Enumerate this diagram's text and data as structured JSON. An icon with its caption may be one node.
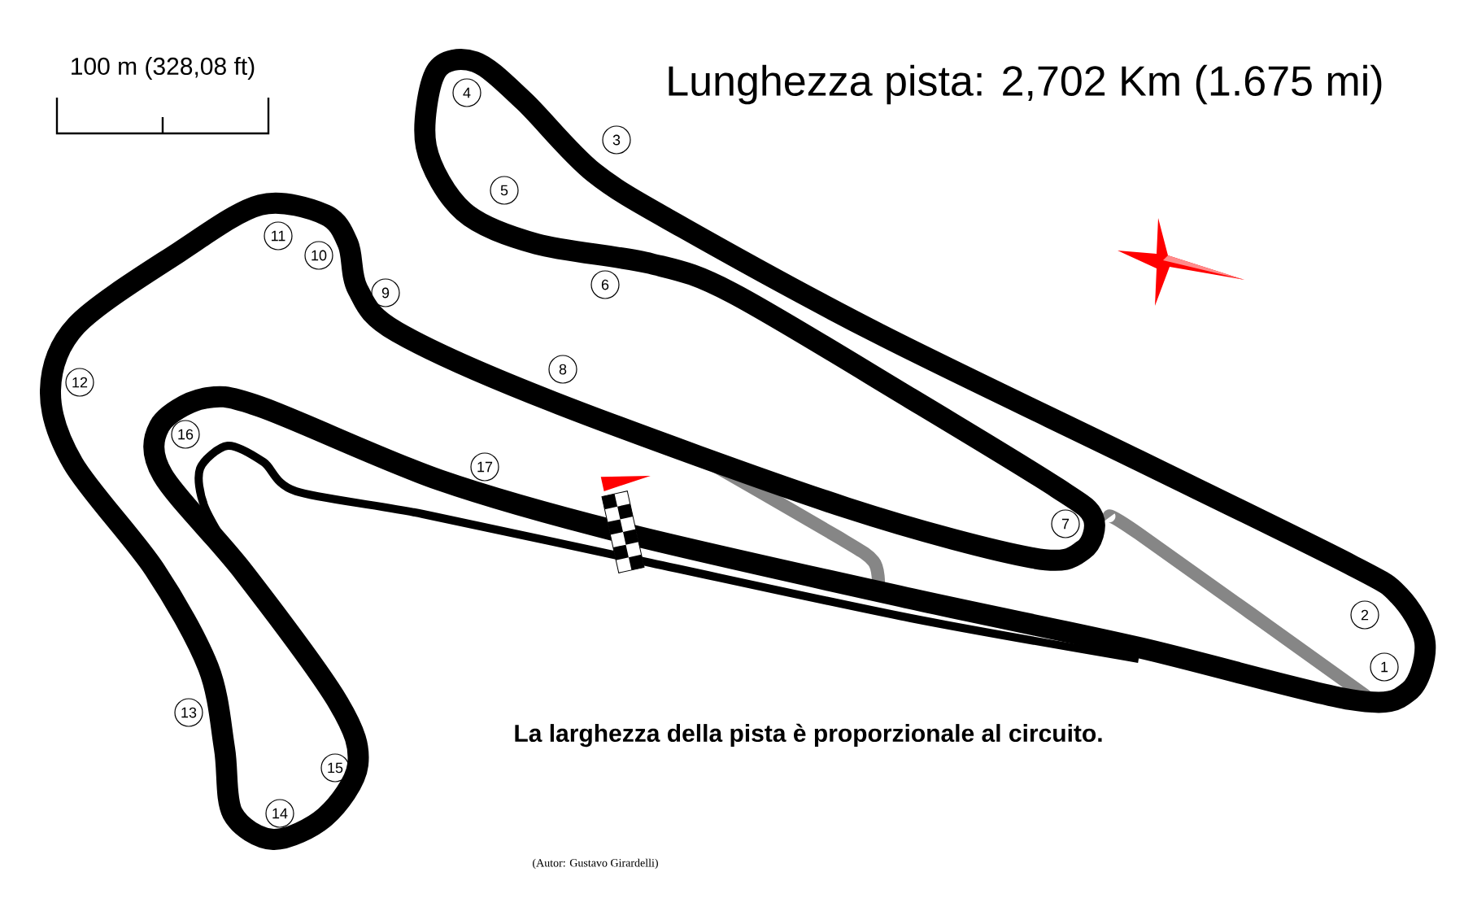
{
  "diagram": {
    "title": "Lunghezza pista: 2,702 Km (1.675 mi)",
    "labels": [
      "100 m (328,08 ft)",
      "4",
      "3",
      "5",
      "11",
      "10",
      "6",
      "9",
      "8",
      "12",
      "16",
      "17",
      "7",
      "2",
      "1",
      "13",
      "La larghezza della pista è proporzionale al circuito.",
      "15",
      "14",
      "(Autor: Gustavo Girardelli)"
    ]
  }
}
